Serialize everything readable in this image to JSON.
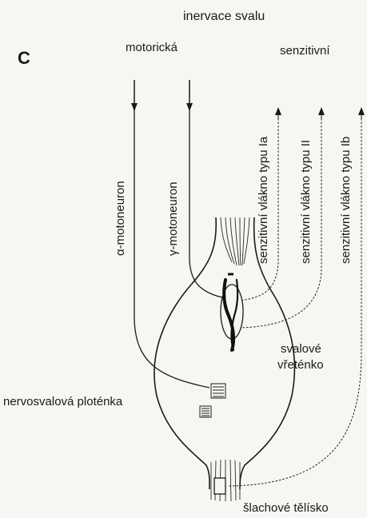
{
  "panel_letter": "C",
  "title": "inervace svalu",
  "group_motor": "motorická",
  "group_sensory": "senzitivní",
  "alpha_motoneuron": "α-motoneuron",
  "gamma_motoneuron": "γ-motoneuron",
  "fiber_ia": "senzitivní vlákno typu Ia",
  "fiber_ii": "senzitivní vlákno typu II",
  "fiber_ib": "senzitivní vlákno typu Ib",
  "muscle_spindle_line1": "svalové",
  "muscle_spindle_line2": "vřeténko",
  "endplate": "nervosvalová ploténka",
  "tendon_organ": "šlachové tělísko"
}
